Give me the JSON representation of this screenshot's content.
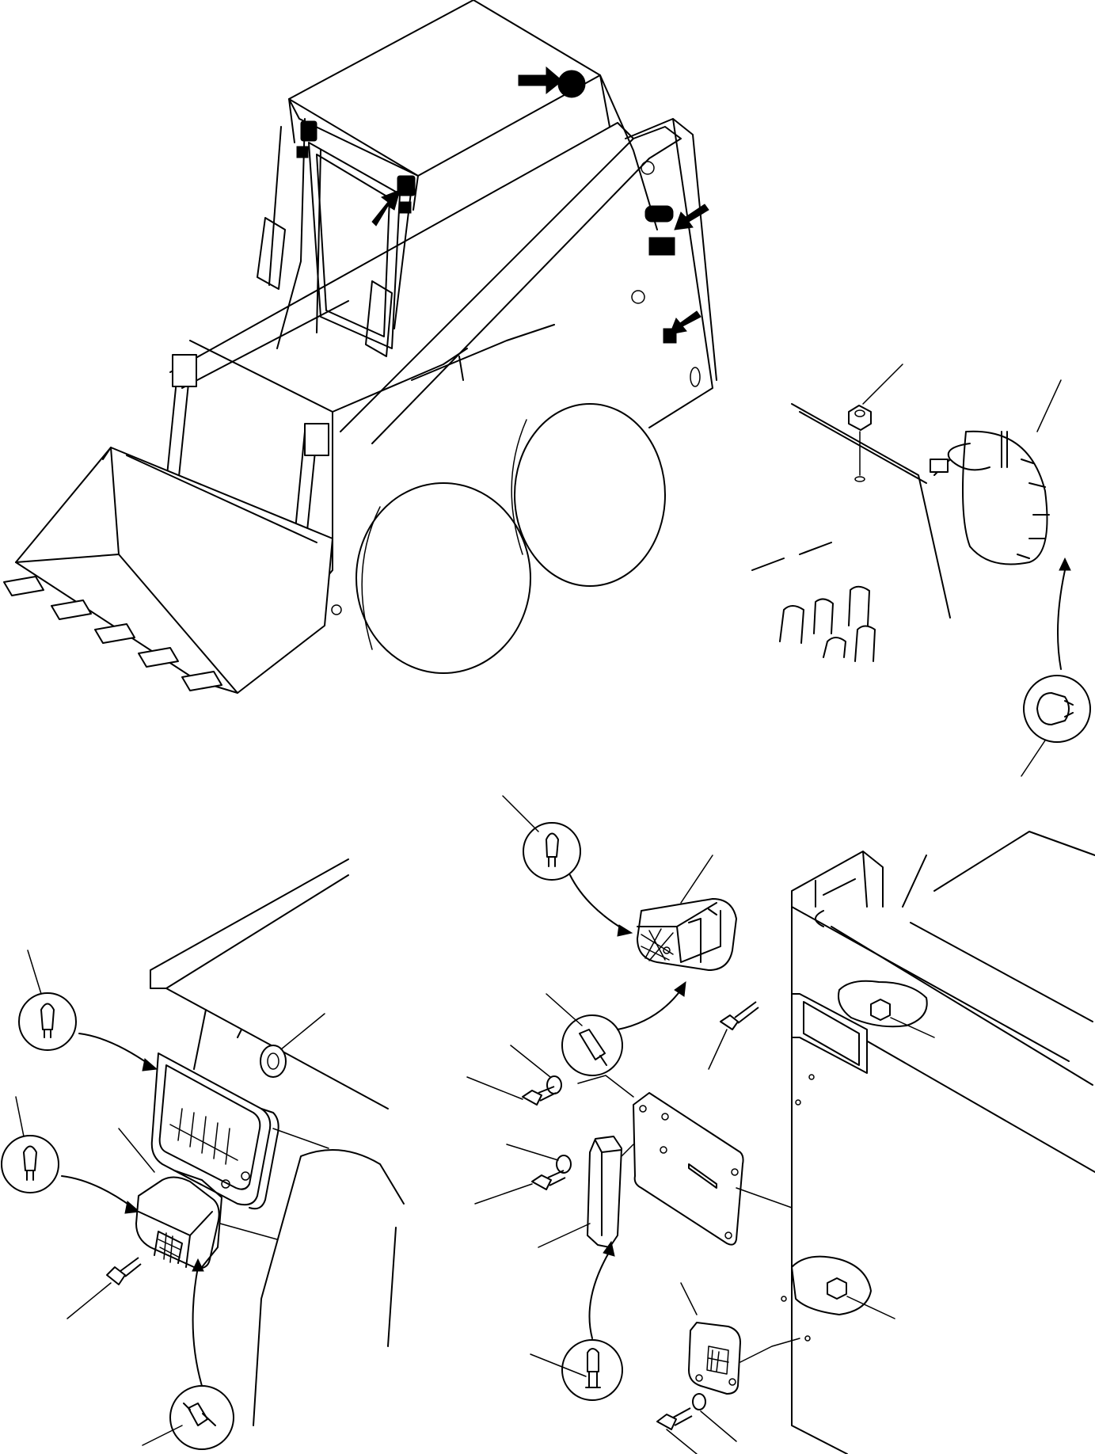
{
  "figure": {
    "views": [
      {
        "id": "machine-overview",
        "label": ""
      },
      {
        "id": "rotating-beacon",
        "label": ""
      },
      {
        "id": "front-work-lamps",
        "label": ""
      },
      {
        "id": "rear-lamps",
        "label": ""
      }
    ]
  }
}
